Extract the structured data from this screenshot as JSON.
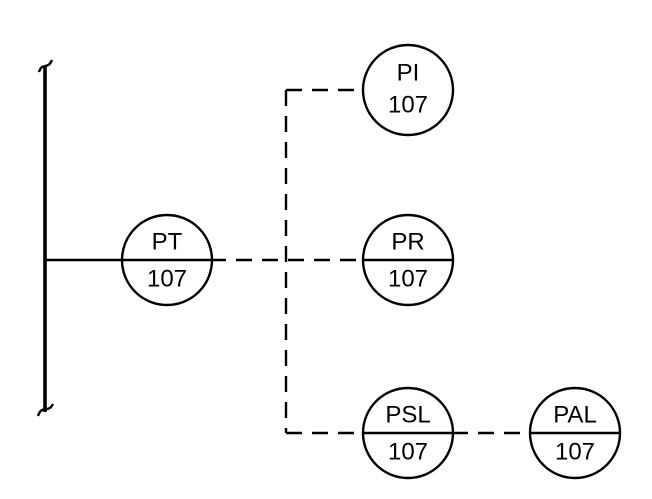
{
  "instruments": {
    "pt": {
      "tag": "PT",
      "loop": "107"
    },
    "pi": {
      "tag": "PI",
      "loop": "107"
    },
    "pr": {
      "tag": "PR",
      "loop": "107"
    },
    "psl": {
      "tag": "PSL",
      "loop": "107"
    },
    "pal": {
      "tag": "PAL",
      "loop": "107"
    }
  }
}
